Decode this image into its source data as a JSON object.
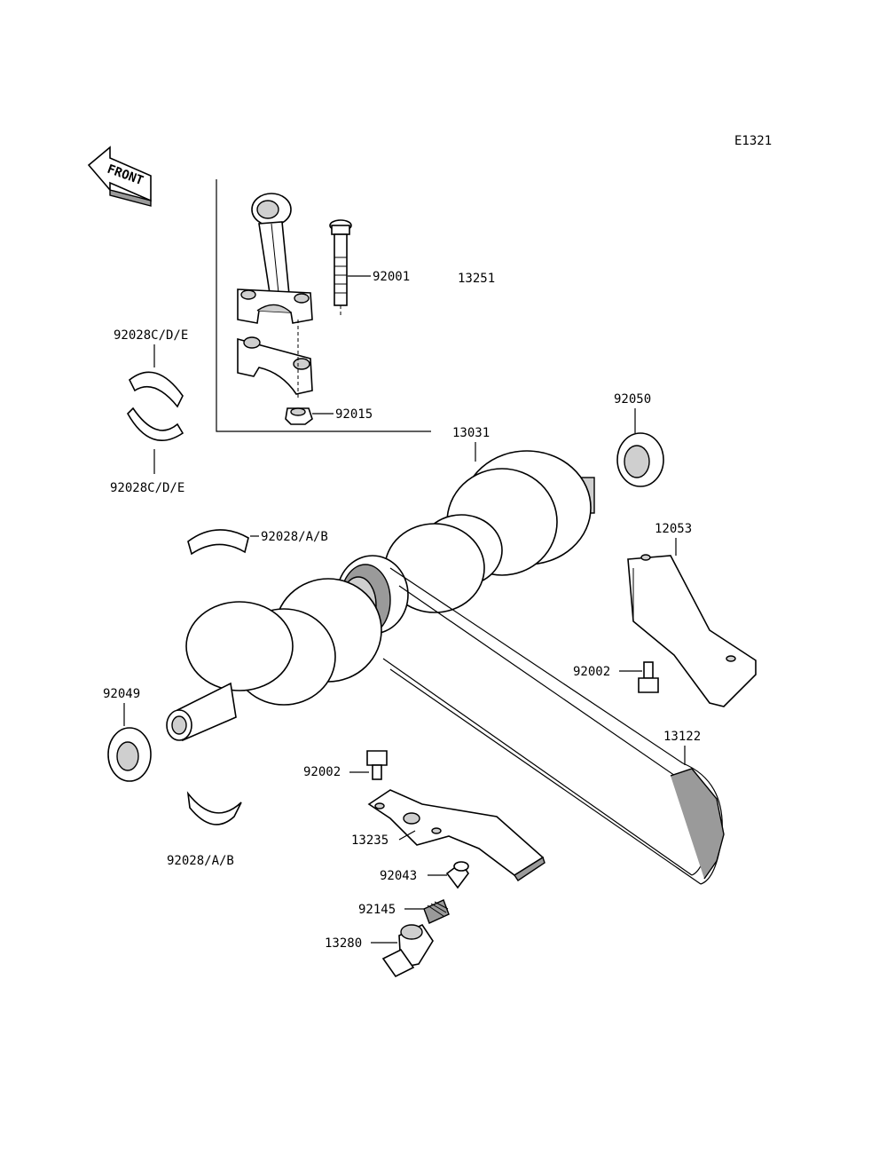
{
  "diagram_code": "E1321",
  "front_arrow_text": "FRONT",
  "labels": {
    "p92001": "92001",
    "p13251": "13251",
    "p92015": "92015",
    "p92028cde_top": "92028C/D/E",
    "p92028cde_bottom": "92028C/D/E",
    "p92050": "92050",
    "p13031": "13031",
    "p92028ab_top": "92028/A/B",
    "p12053": "12053",
    "p92002_right": "92002",
    "p92049": "92049",
    "p13122": "13122",
    "p92002_left": "92002",
    "p13235": "13235",
    "p92028ab_bottom": "92028/A/B",
    "p92043": "92043",
    "p92145": "92145",
    "p13280": "13280"
  }
}
